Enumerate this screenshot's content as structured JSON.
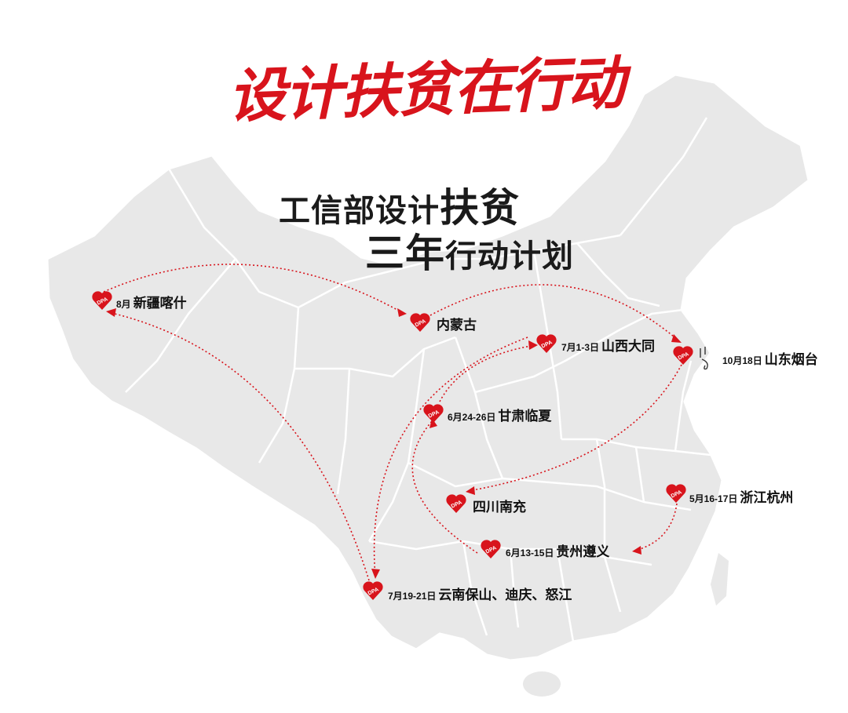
{
  "title": "设计扶贫在行动",
  "subtitle": {
    "line1_a": "工信部设计",
    "line1_b": "扶贫",
    "line2_a": "三年",
    "line2_b": "行动计划"
  },
  "colors": {
    "accent": "#d8141c",
    "map_fill": "#e8e8e8",
    "map_border": "#ffffff",
    "text": "#111111"
  },
  "marker_text": "DPA",
  "locations": {
    "xinjiang": {
      "date": "8月",
      "place": "新疆喀什"
    },
    "neimenggu": {
      "date": "",
      "place": "内蒙古"
    },
    "shanxi": {
      "date": "7月1-3日",
      "place": "山西大同"
    },
    "shandong": {
      "date": "10月18日",
      "place": "山东烟台"
    },
    "gansu": {
      "date": "6月24-26日",
      "place": "甘肃临夏"
    },
    "sichuan": {
      "date": "",
      "place": "四川南充"
    },
    "zhejiang": {
      "date": "5月16-17日",
      "place": "浙江杭州"
    },
    "guizhou": {
      "date": "6月13-15日",
      "place": "贵州遵义"
    },
    "yunnan": {
      "date": "7月19-21日",
      "place": "云南保山、迪庆、怒江"
    }
  }
}
